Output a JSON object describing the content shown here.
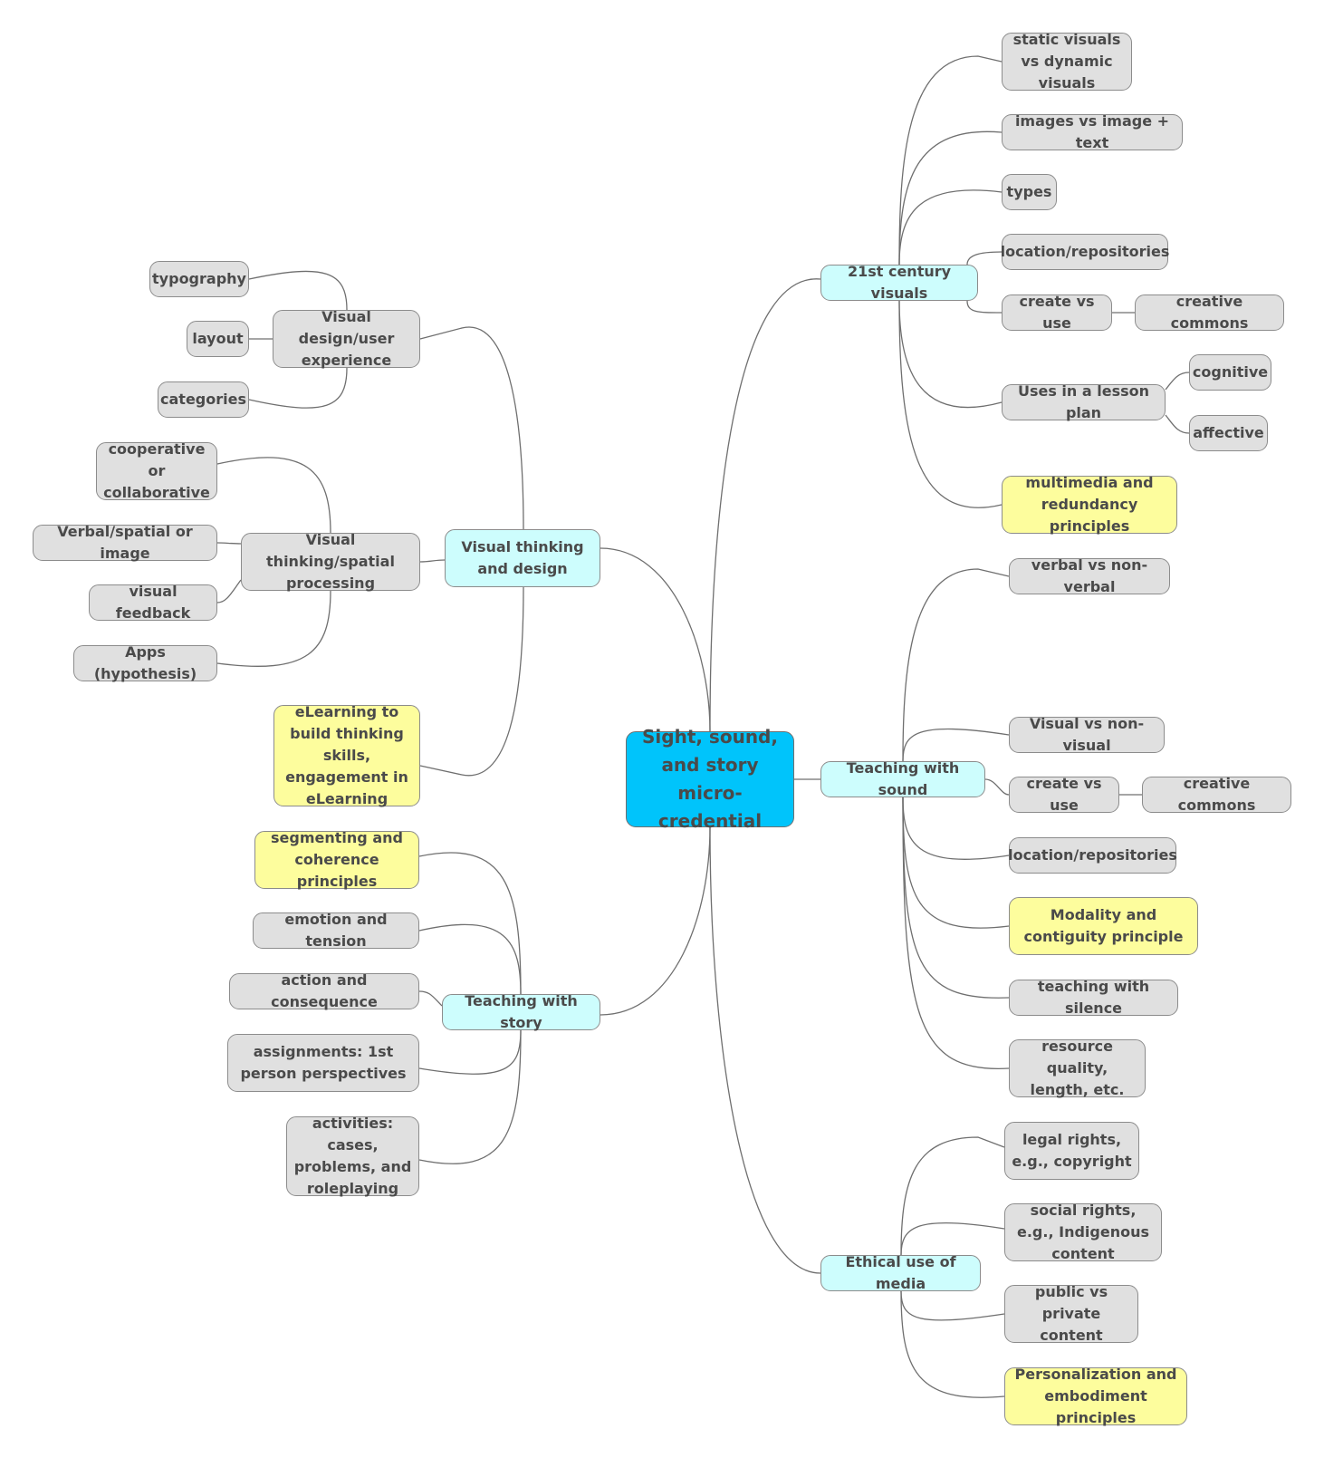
{
  "root": "Sight, sound, and story micro-credential",
  "branches": {
    "visuals_21st": {
      "label": "21st century visuals",
      "items": {
        "static_dynamic": "static visuals vs dynamic visuals",
        "images_text": "images vs image + text",
        "types": "types",
        "location": "location/repositories",
        "create_use": "create vs use",
        "creative_commons": "creative commons",
        "lesson_plan": "Uses in a lesson plan",
        "cognitive": "cognitive",
        "affective": "affective",
        "multimedia": "multimedia and redundancy principles"
      }
    },
    "sound": {
      "label": "Teaching with sound",
      "items": {
        "verbal": "verbal vs non-verbal",
        "visual": "Visual vs non-visual",
        "create_use": "create vs use",
        "creative_commons": "creative commons",
        "location": "location/repositories",
        "modality": "Modality and contiguity principle",
        "silence": "teaching with silence",
        "resource": "resource quality, length, etc."
      }
    },
    "ethics": {
      "label": "Ethical use of media",
      "items": {
        "legal": "legal rights, e.g., copyright",
        "social": "social rights, e.g., Indigenous content",
        "public": "public vs private content",
        "personalization": "Personalization and embodiment principles"
      }
    },
    "thinking": {
      "label": "Visual thinking and design",
      "items": {
        "design_ux": "Visual design/user experience",
        "typography": "typography",
        "layout": "layout",
        "categories": "categories",
        "spatial": "Visual thinking/spatial processing",
        "cooperative": "cooperative or collaborative",
        "verbal_spatial": "Verbal/spatial or image",
        "feedback": "visual feedback",
        "apps": "Apps (hypothesis)",
        "elearning": "eLearning to build thinking skills, engagement in eLearning"
      }
    },
    "story": {
      "label": "Teaching with story",
      "items": {
        "segmenting": "segmenting and coherence principles",
        "emotion": "emotion and tension",
        "action": "action and consequence",
        "assignments": "assignments: 1st person perspectives",
        "activities": "activities: cases, problems, and roleplaying"
      }
    }
  },
  "colors": {
    "root": "#00c4fb",
    "main_topic": "#cdfdfd",
    "subtopic": "#e0e0e0",
    "highlight": "#fdfd9d",
    "connector": "#6f6f6f",
    "text": "#4a4a4a"
  }
}
